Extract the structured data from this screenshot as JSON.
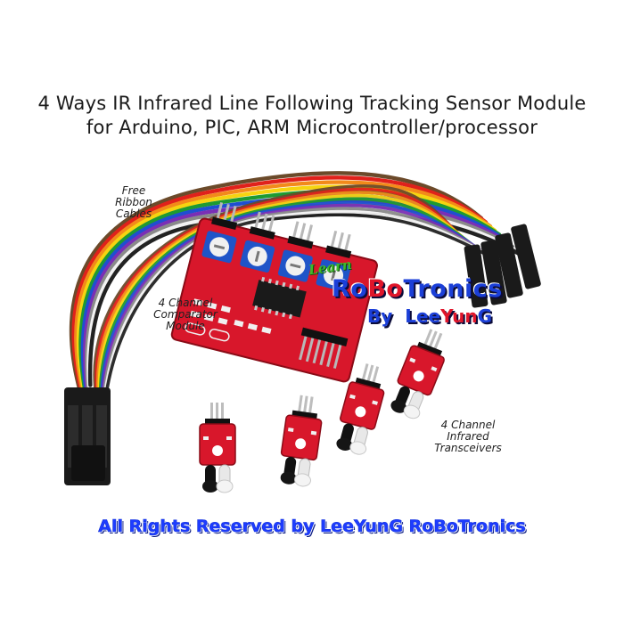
{
  "title": {
    "line1": "4 Ways IR Infrared Line Following Tracking Sensor Module",
    "line2": "for Arduino, PIC, ARM Microcontroller/processor"
  },
  "labels": {
    "ribbon": [
      "Free",
      "Ribbon",
      "Cables"
    ],
    "comparator": [
      "4 Channel",
      "Comparator",
      "Module"
    ],
    "transceivers": [
      "4 Channel",
      "Infrared",
      "Transceivers"
    ]
  },
  "logo": {
    "learn": "Learn",
    "ro": "Ro",
    "bo": "Bo",
    "tronics": "Tronics",
    "by": "By",
    "lee": "Lee",
    "yun": "Yun",
    "g": "G"
  },
  "footer": "All Rights Reserved by LeeYunG RoBoTronics",
  "colors": {
    "pcb_red": "#d8172b",
    "ribbon": [
      "#6b4a2a",
      "#e0211b",
      "#f28a1a",
      "#f5d410",
      "#1d9a32",
      "#1f4fd0",
      "#7a2fb5",
      "#8a8a8a",
      "#f2f2f2",
      "#222222"
    ],
    "footer_blue": "#1e3cff"
  }
}
